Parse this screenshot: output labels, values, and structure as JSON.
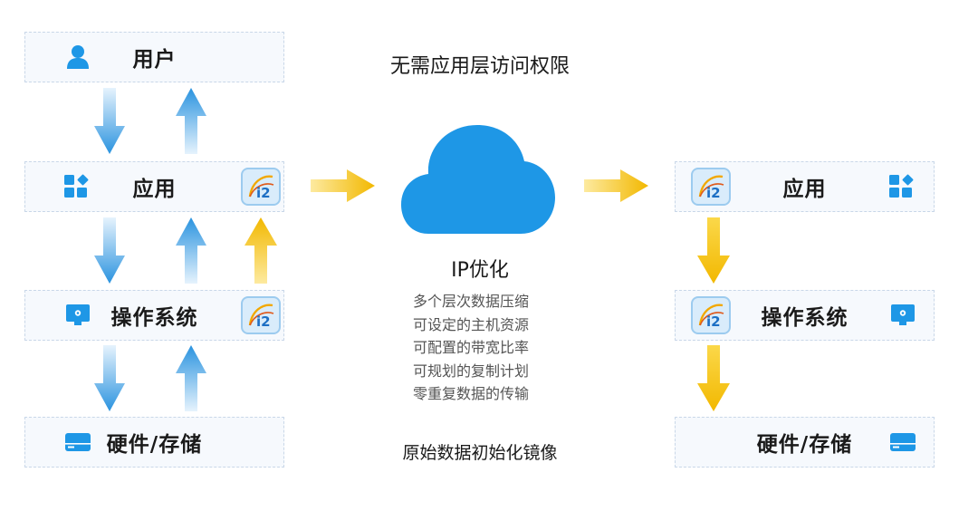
{
  "left": {
    "user": "用户",
    "app": "应用",
    "os": "操作系统",
    "hw": "硬件/存储"
  },
  "right": {
    "app": "应用",
    "os": "操作系统",
    "hw": "硬件/存储"
  },
  "center": {
    "top_caption": "无需应用层访问权限",
    "cloud_label": "IP优化",
    "features": [
      "多个层次数据压缩",
      "可设定的主机资源",
      "可配置的带宽比率",
      "可规划的复制计划",
      "零重复数据的传输"
    ],
    "bottom_caption": "原始数据初始化镜像"
  },
  "colors": {
    "blue": "#1e97e6",
    "arrow_blue": "#2f9be3",
    "arrow_yellow": "#f6c000"
  }
}
